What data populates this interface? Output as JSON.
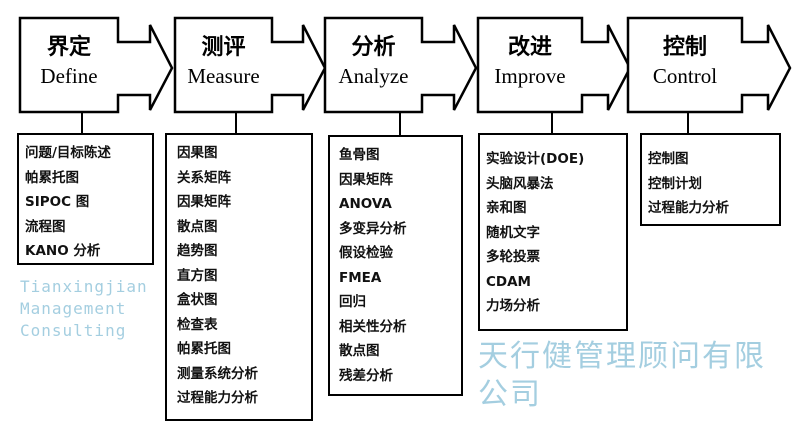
{
  "stages": [
    {
      "zh": "界定",
      "en": "Define",
      "items": [
        "问题/目标陈述",
        "帕累托图",
        "SIPOC 图",
        "流程图",
        "KANO 分析"
      ]
    },
    {
      "zh": "测评",
      "en": "Measure",
      "items": [
        "因果图",
        "关系矩阵",
        "因果矩阵",
        "散点图",
        "趋势图",
        "直方图",
        "盒状图",
        "检查表",
        "帕累托图",
        "测量系统分析",
        "过程能力分析"
      ]
    },
    {
      "zh": "分析",
      "en": "Analyze",
      "items": [
        "鱼骨图",
        "因果矩阵",
        "ANOVA",
        "多变异分析",
        "假设检验",
        "FMEA",
        "回归",
        "相关性分析",
        "散点图",
        "残差分析"
      ]
    },
    {
      "zh": "改进",
      "en": "Improve",
      "items": [
        "实验设计(DOE)",
        "头脑风暴法",
        "亲和图",
        "随机文字",
        "多轮投票",
        "CDAM",
        "力场分析"
      ]
    },
    {
      "zh": "控制",
      "en": "Control",
      "items": [
        "控制图",
        "控制计划",
        "过程能力分析"
      ]
    }
  ],
  "watermark": {
    "zh": "天行健管理顾问有限公司",
    "en": "Tianxingjian Management Consulting",
    "color": "#5aa7c8"
  }
}
